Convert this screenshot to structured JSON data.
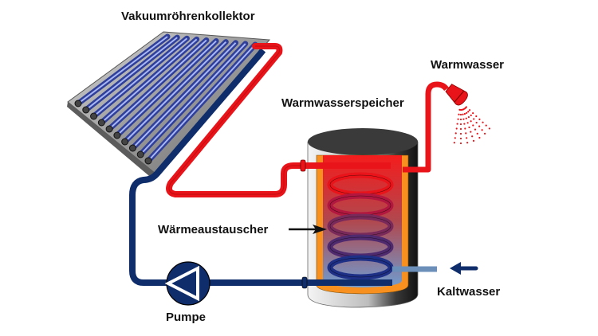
{
  "labels": {
    "collector": "Vakuumröhrenkollektor",
    "storage_tank": "Warmwasserspeicher",
    "hot_water": "Warmwasser",
    "heat_exchanger": "Wärmeaustauscher",
    "cold_water": "Kaltwasser",
    "pump": "Pumpe"
  },
  "colors": {
    "hot_pipe": "#e8141a",
    "cold_pipe": "#0f2d6b",
    "cold_water_pipe": "#6b8fb8",
    "insulation": "#f7901e",
    "tank_shell": "#d8d8d8",
    "tank_lid": "#3a3a3a",
    "collector_frame": "#a9a9a9",
    "tube": "#5b6fc4"
  },
  "components": [
    {
      "id": "collector",
      "type": "vacuum-tube-collector",
      "tube_count": 10
    },
    {
      "id": "storage_tank",
      "type": "hot-water-storage-tank"
    },
    {
      "id": "heat_exchanger",
      "type": "coil",
      "turns": 5
    },
    {
      "id": "pump",
      "type": "circulation-pump"
    },
    {
      "id": "shower",
      "type": "shower-head"
    }
  ],
  "connections": [
    {
      "from": "collector",
      "to": "heat_exchanger",
      "medium": "hot"
    },
    {
      "from": "heat_exchanger",
      "to": "pump",
      "medium": "cold"
    },
    {
      "from": "pump",
      "to": "collector",
      "medium": "cold"
    },
    {
      "from": "storage_tank",
      "to": "shower",
      "medium": "hot"
    },
    {
      "from": "cold_water_inlet",
      "to": "storage_tank",
      "medium": "cold"
    }
  ]
}
